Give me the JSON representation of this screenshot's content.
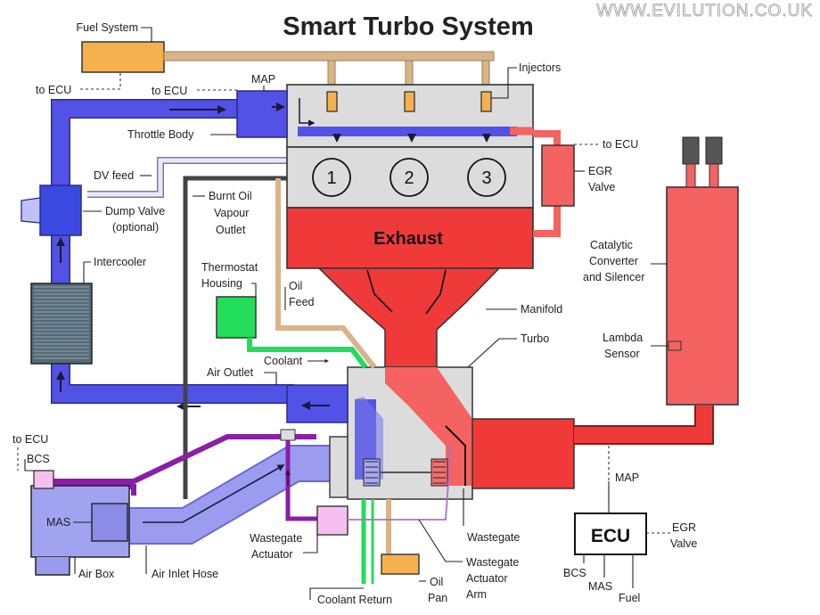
{
  "title": "Smart Turbo System",
  "watermark": "WWW.EVILUTION.CO.UK",
  "colors": {
    "intake": "#5252e6",
    "intake_light": "#9b9bf0",
    "exhaust": "#f03a3a",
    "exhaust_light": "#f46262",
    "fuel": "#f5b14d",
    "oil": "#d8b48a",
    "coolant": "#22dd5a",
    "boost_control": "#8a1ea8",
    "block": "#dcdcdc"
  },
  "blocks": {
    "exhaust": "Exhaust",
    "ecu": "ECU",
    "cylinders": [
      "1",
      "2",
      "3"
    ]
  },
  "labels": {
    "fuel_system": "Fuel System",
    "fuel_to_ecu": "to ECU",
    "map_to_ecu": "to ECU",
    "map": "MAP",
    "injectors": "Injectors",
    "throttle_body": "Throttle Body",
    "egr_to_ecu": "to ECU",
    "egr_valve": [
      "EGR",
      "Valve"
    ],
    "dv_feed": "DV feed",
    "dump_valve": [
      "Dump Valve",
      "(optional)"
    ],
    "burnt_oil": [
      "Burnt Oil",
      "Vapour",
      "Outlet"
    ],
    "intercooler": "Intercooler",
    "thermostat": [
      "Thermostat",
      "Housing"
    ],
    "oil_feed": [
      "Oil",
      "Feed"
    ],
    "catalytic": [
      "Catalytic",
      "Converter",
      "and Silencer"
    ],
    "manifold": "Manifold",
    "turbo": "Turbo",
    "lambda": [
      "Lambda",
      "Sensor"
    ],
    "coolant": "Coolant",
    "air_outlet": "Air Outlet",
    "bcs_to_ecu": "to ECU",
    "bcs": "BCS",
    "mas": "MAS",
    "ecu_map": "MAP",
    "ecu_egr": [
      "EGR",
      "Valve"
    ],
    "wastegate_actuator": [
      "Wastegate",
      "Actuator"
    ],
    "wastegate": "Wastegate",
    "wastegate_arm": [
      "Wastegate",
      "Actuator",
      "Arm"
    ],
    "air_box": "Air Box",
    "air_inlet_hose": "Air Inlet Hose",
    "oil_pan": [
      "Oil",
      "Pan"
    ],
    "coolant_return": "Coolant Return",
    "ecu_bcs": "BCS",
    "ecu_mas": "MAS",
    "ecu_fuel": "Fuel"
  }
}
